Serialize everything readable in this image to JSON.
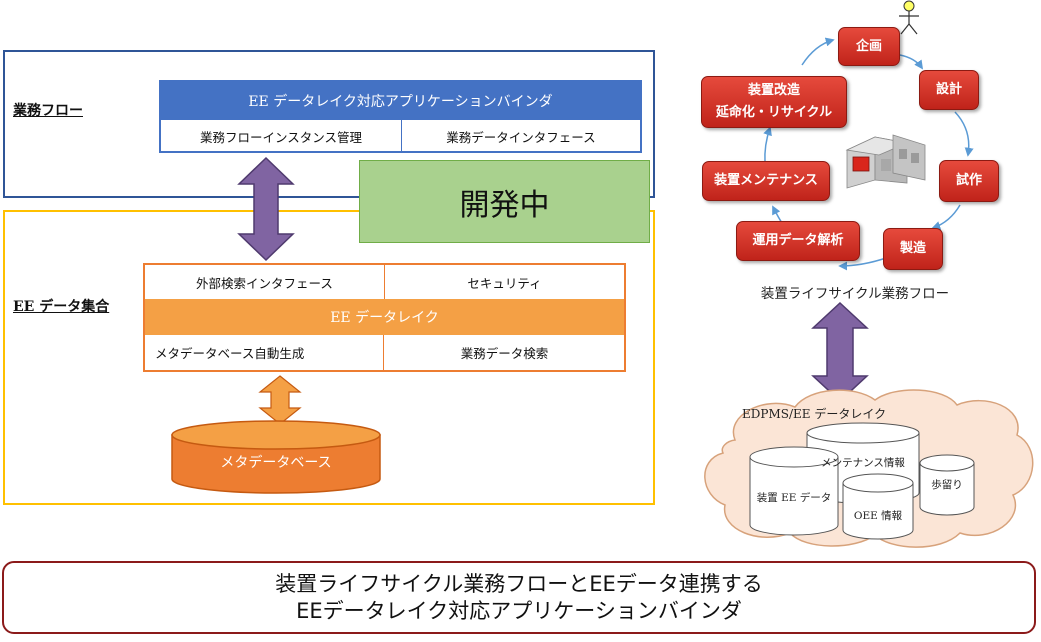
{
  "business_flow": {
    "label": "業務フロー",
    "binder_title": "EE データレイク対応アプリケーションバインダ",
    "cells": [
      "業務フローインスタンス管理",
      "業務データインタフェース"
    ]
  },
  "dev_status": "開発中",
  "ee_data_set": {
    "label": "EE データ集合",
    "top_cells": [
      "外部検索インタフェース",
      "セキュリティ"
    ],
    "lake_title": "EE データレイク",
    "bottom_cells": [
      "メタデータベース自動生成",
      "業務データ検索"
    ],
    "metadb_label": "メタデータベース"
  },
  "lifecycle": {
    "stages": {
      "plan": "企画",
      "design": "設計",
      "prototype": "試作",
      "manufacture": "製造",
      "analysis": "運用データ解析",
      "maintenance": "装置メンテナンス",
      "retrofit_line1": "装置改造",
      "retrofit_line2": "延命化・リサイクル"
    },
    "caption": "装置ライフサイクル業務フロー"
  },
  "edpms": {
    "title": "EDPMS/EE データレイク",
    "stores": [
      "メンテナンス情報",
      "装置 EE データ",
      "OEE 情報",
      "歩留り"
    ]
  },
  "banner": {
    "line1": "装置ライフサイクル業務フローとEEデータ連携する",
    "line2": "EEデータレイク対応アプリケーションバインダ"
  }
}
